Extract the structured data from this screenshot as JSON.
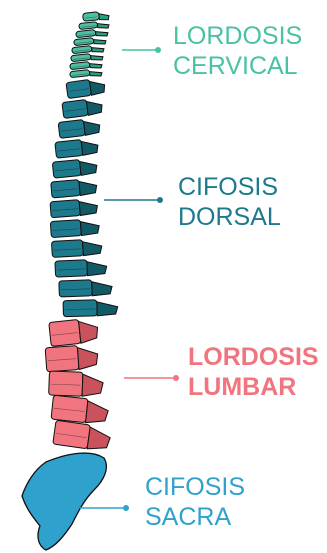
{
  "colors": {
    "cervical": "#49c2a3",
    "cervical_dark": "#2a9c80",
    "dorsal": "#1d7a8c",
    "dorsal_dark": "#135a67",
    "lumbar": "#f1757e",
    "lumbar_dark": "#c9525c",
    "sacral": "#2ea2cc",
    "sacral_dark": "#1b7aa1",
    "outline": "#111111"
  },
  "labels": {
    "cervical": {
      "line1": "LORDOSIS",
      "line2": "CERVICAL"
    },
    "dorsal": {
      "line1": "CIFOSIS",
      "line2": "DORSAL"
    },
    "lumbar": {
      "line1": "LORDOSIS",
      "line2": "LUMBAR"
    },
    "sacral": {
      "line1": "CIFOSIS",
      "line2": "SACRA"
    }
  }
}
